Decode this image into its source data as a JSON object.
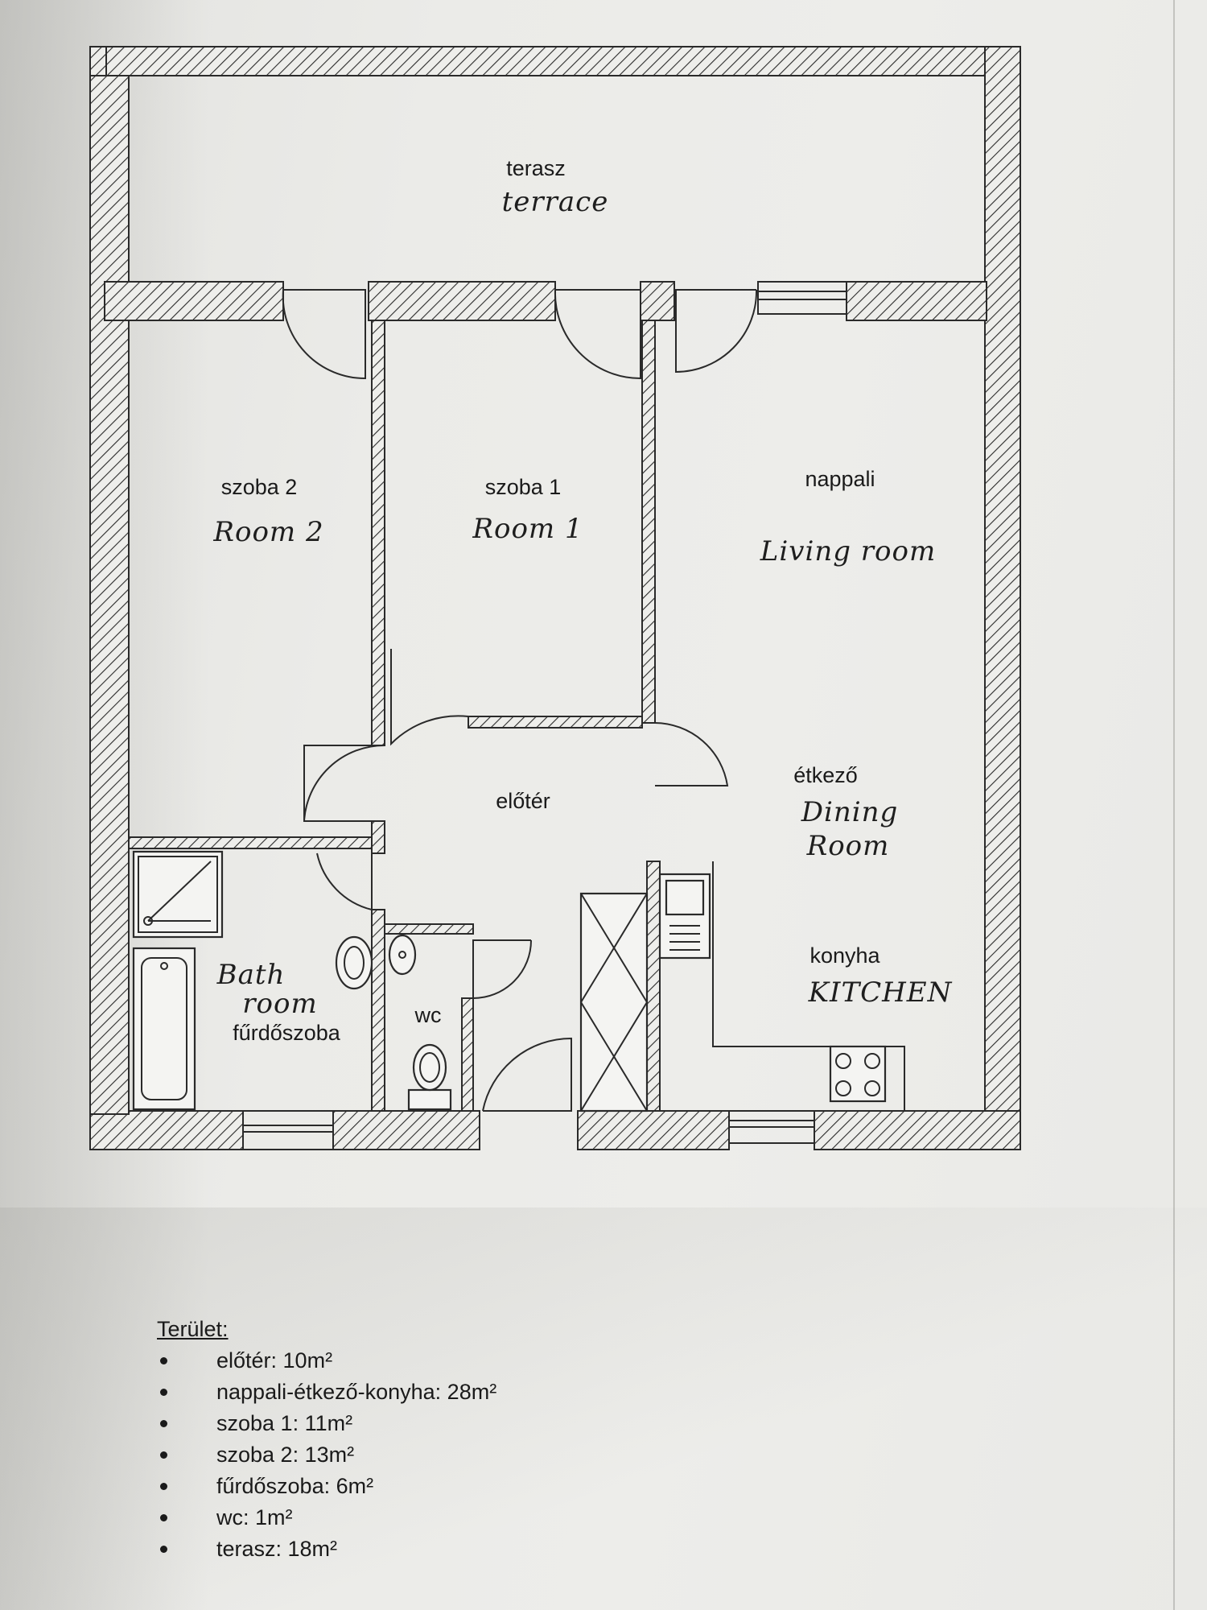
{
  "rooms": {
    "terasz": {
      "label": "terasz",
      "hand": "terrace"
    },
    "szoba2": {
      "label": "szoba 2",
      "hand": "Room 2"
    },
    "szoba1": {
      "label": "szoba 1",
      "hand": "Room 1"
    },
    "nappali": {
      "label": "nappali",
      "hand": "Living room"
    },
    "etkezo": {
      "label": "étkező",
      "hand1": "Dining",
      "hand2": "Room"
    },
    "eloter": {
      "label": "előtér"
    },
    "konyha": {
      "label": "konyha",
      "hand": "KITCHEN"
    },
    "furdoszoba": {
      "label": "fűrdőszoba",
      "hand1": "Bath",
      "hand2": "room"
    },
    "wc": {
      "label": "wc"
    }
  },
  "area_list": {
    "title": "Terület:",
    "items": [
      "előtér: 10m²",
      "nappali-étkező-konyha: 28m²",
      "szoba 1: 11m²",
      "szoba 2: 13m²",
      "fűrdőszoba: 6m²",
      "wc: 1m²",
      "terasz: 18m²"
    ]
  }
}
